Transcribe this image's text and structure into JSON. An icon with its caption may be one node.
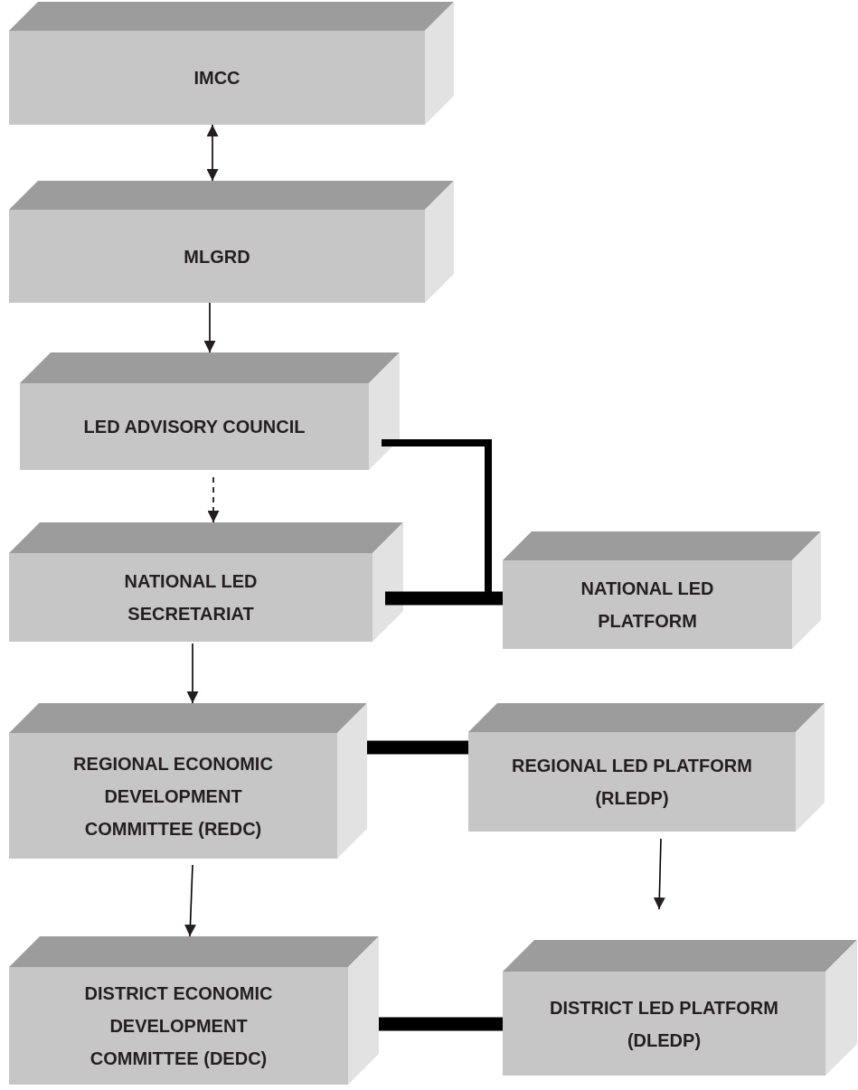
{
  "diagram": {
    "nodes": [
      {
        "text": [
          "IMCC"
        ]
      },
      {
        "text": [
          "MLGRD"
        ]
      },
      {
        "text": [
          "LED ADVISORY COUNCIL"
        ]
      },
      {
        "text": [
          "NATIONAL LED SECRETARIAT"
        ]
      },
      {
        "text": [
          "NATIONAL LED PLATFORM"
        ]
      },
      {
        "text": [
          "REGIONAL ECONOMIC DEVELOPMENT COMMITTEE (REDC)"
        ]
      },
      {
        "text": [
          "REGIONAL LED PLATFORM (RLEDP)"
        ]
      },
      {
        "text": [
          "DISTRICT ECONOMIC DEVELOPMENT COMMITTEE (DEDC)"
        ]
      },
      {
        "text": [
          "DISTRICT LED PLATFORM (DLEDP)"
        ]
      }
    ],
    "edges": [
      {
        "from": 0,
        "to": 1,
        "arrow": "both"
      },
      {
        "from": 1,
        "to": 2,
        "arrow": "to"
      },
      {
        "from": 2,
        "to": 3,
        "arrow": "to",
        "style": "dashed"
      },
      {
        "from": 2,
        "to": 4,
        "arrow": "none",
        "style": "thick"
      },
      {
        "from": 3,
        "to": 4,
        "arrow": "none",
        "style": "thick"
      },
      {
        "from": 3,
        "to": 5,
        "arrow": "to"
      },
      {
        "from": 5,
        "to": 6,
        "arrow": "none",
        "style": "thick"
      },
      {
        "from": 6,
        "to": 8,
        "arrow": "to"
      },
      {
        "from": 5,
        "to": 7,
        "arrow": "to"
      },
      {
        "from": 7,
        "to": 8,
        "arrow": "none",
        "style": "thick"
      }
    ]
  }
}
